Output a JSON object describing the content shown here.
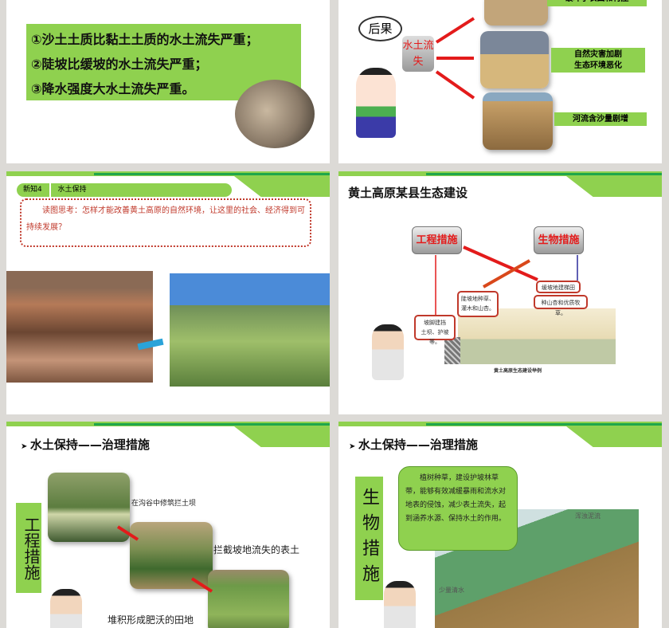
{
  "slide1": {
    "lines": [
      "①沙土土质比黏土土质的水土流失严重；",
      "②陡坡比缓坡的水土流失严重；",
      "③降水强度大水土流失严重。"
    ]
  },
  "slide2": {
    "bubble": "后果",
    "center": "水土流失",
    "results": [
      "破坏了农田和村庄",
      "自然灾害加剧\n生态环境恶化",
      "河流含沙量剧增"
    ],
    "arrow_color": "#e31b1b"
  },
  "slide3": {
    "tag_num": "新知4",
    "tag_title": "水土保持",
    "question": "读图思考：怎样才能改善黄土高原的自然环境，让这里的社会、经济得到可持续发展？"
  },
  "slide4": {
    "title": "黄土高原某县生态建设",
    "engineering": "工程措施",
    "biological": "生物措施",
    "box_dam": "坡脚建挡\n土坝、护坡等。",
    "box_steep": "陡坡地种草、\n灌木和山杏。",
    "box_gentle_top": "缓坡地建梯田",
    "box_gentle": "种山杏和优质牧草。",
    "caption": "黄土高原生态建设举例"
  },
  "slide5": {
    "title": "水土保持——治理措施",
    "side_label": "工程措施",
    "captions": [
      "在沟谷中修筑拦土坝",
      "拦截坡地流失的表土",
      "堆积形成肥沃的田地"
    ]
  },
  "slide6": {
    "title": "水土保持——治理措施",
    "side_label": "生物措施",
    "speech": "植树种草，建设护坡林草带，能够有效减缓暴雨和流水对地表的侵蚀，减少表土流失，起到涵养水源、保持水土的作用。",
    "label_muddy": "浑浊泥流",
    "label_clear": "少量清水"
  },
  "colors": {
    "green": "#8fd14f",
    "dark_green": "#1fa64a",
    "red": "#e31b1b"
  }
}
